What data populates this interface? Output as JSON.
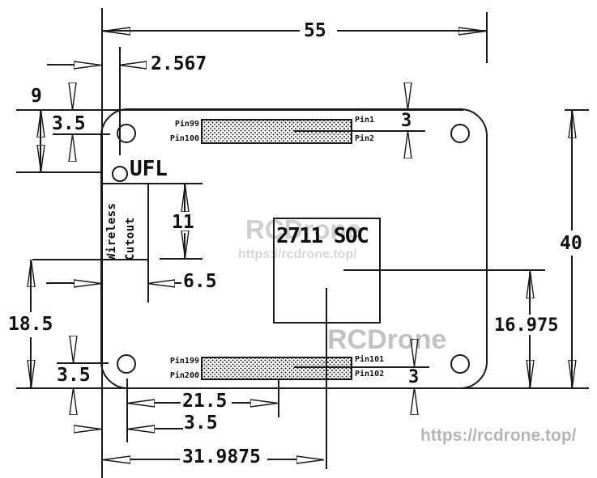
{
  "drawing": {
    "chip_label": "2711 SOC",
    "ufl_label": "UFL",
    "wireless_cutout_label": "Wireless\nCutout"
  },
  "dimensions": {
    "board_width": "55",
    "edge_offset": "2.567",
    "ufl_vertical": "9",
    "hole_offset_top": "3.5",
    "pin_row_top": "3",
    "board_height": "40",
    "cutout_height": "11",
    "cutout_width": "6.5",
    "cutout_to_bottom": "18.5",
    "chip_center_to_bottom": "16.975",
    "hole_offset_bottom": "3.5",
    "pin_row_bottom": "3",
    "hole_to_connector": "21.5",
    "hole_offset_left": "3.5",
    "chip_center_from_left": "31.9875"
  },
  "pins": {
    "p99": "Pin99",
    "p100": "Pin100",
    "p1": "Pin1",
    "p2": "Pin2",
    "p199": "Pin199",
    "p200": "Pin200",
    "p101": "Pin101",
    "p102": "Pin102"
  },
  "watermarks": {
    "brand": "RCDrone",
    "url": "https://rcdrone.top/"
  },
  "colors": {
    "line": "#1a1a1a",
    "watermark": "#c8c8c8"
  }
}
